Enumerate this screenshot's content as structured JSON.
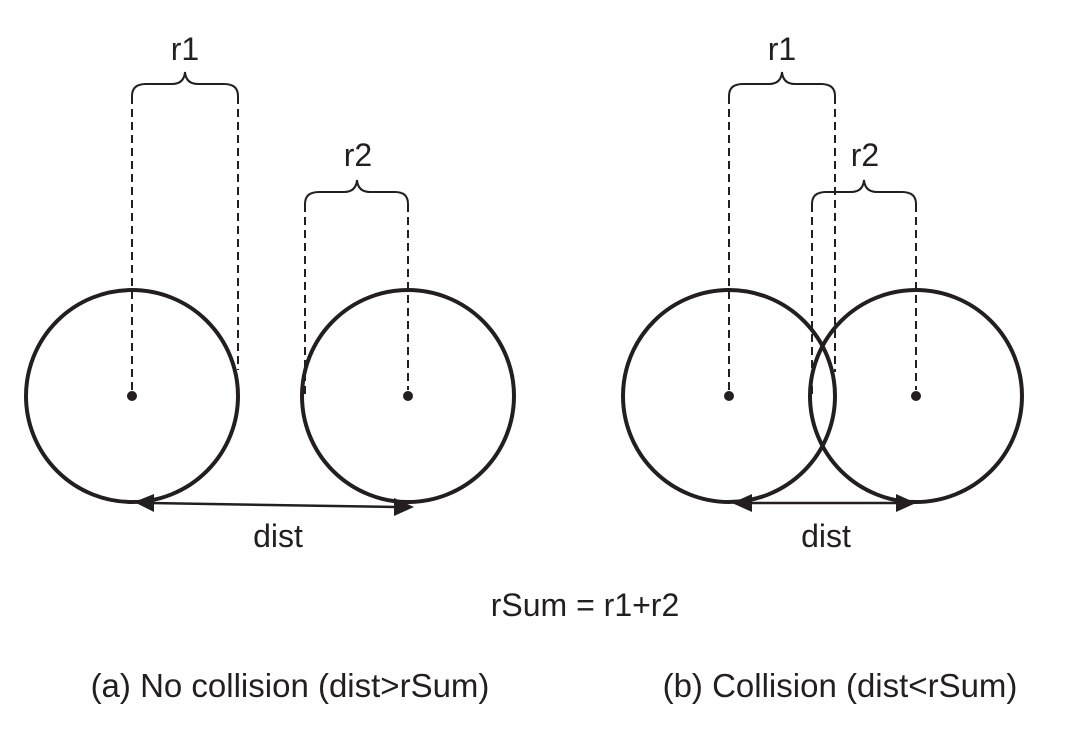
{
  "panel_a": {
    "r1_label": "r1",
    "r2_label": "r2",
    "dist_label": "dist",
    "caption": "(a) No collision (dist>rSum)"
  },
  "panel_b": {
    "r1_label": "r1",
    "r2_label": "r2",
    "dist_label": "dist",
    "caption": "(b) Collision (dist<rSum)"
  },
  "formula": "rSum = r1+r2",
  "colors": {
    "ink": "#231f20",
    "background": "#ffffff"
  }
}
